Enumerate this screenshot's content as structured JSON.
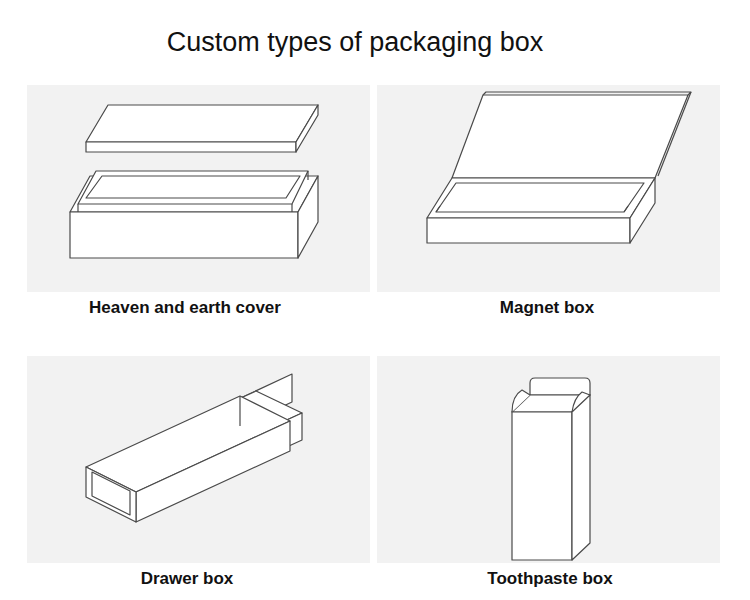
{
  "diagram": {
    "title": "Custom types of packaging box",
    "nodes": [
      {
        "text": [
          "Heaven and earth cover"
        ]
      },
      {
        "text": [
          "Magnet box"
        ]
      },
      {
        "text": [
          "Drawer box"
        ]
      },
      {
        "text": [
          "Toothpaste box"
        ]
      }
    ]
  }
}
